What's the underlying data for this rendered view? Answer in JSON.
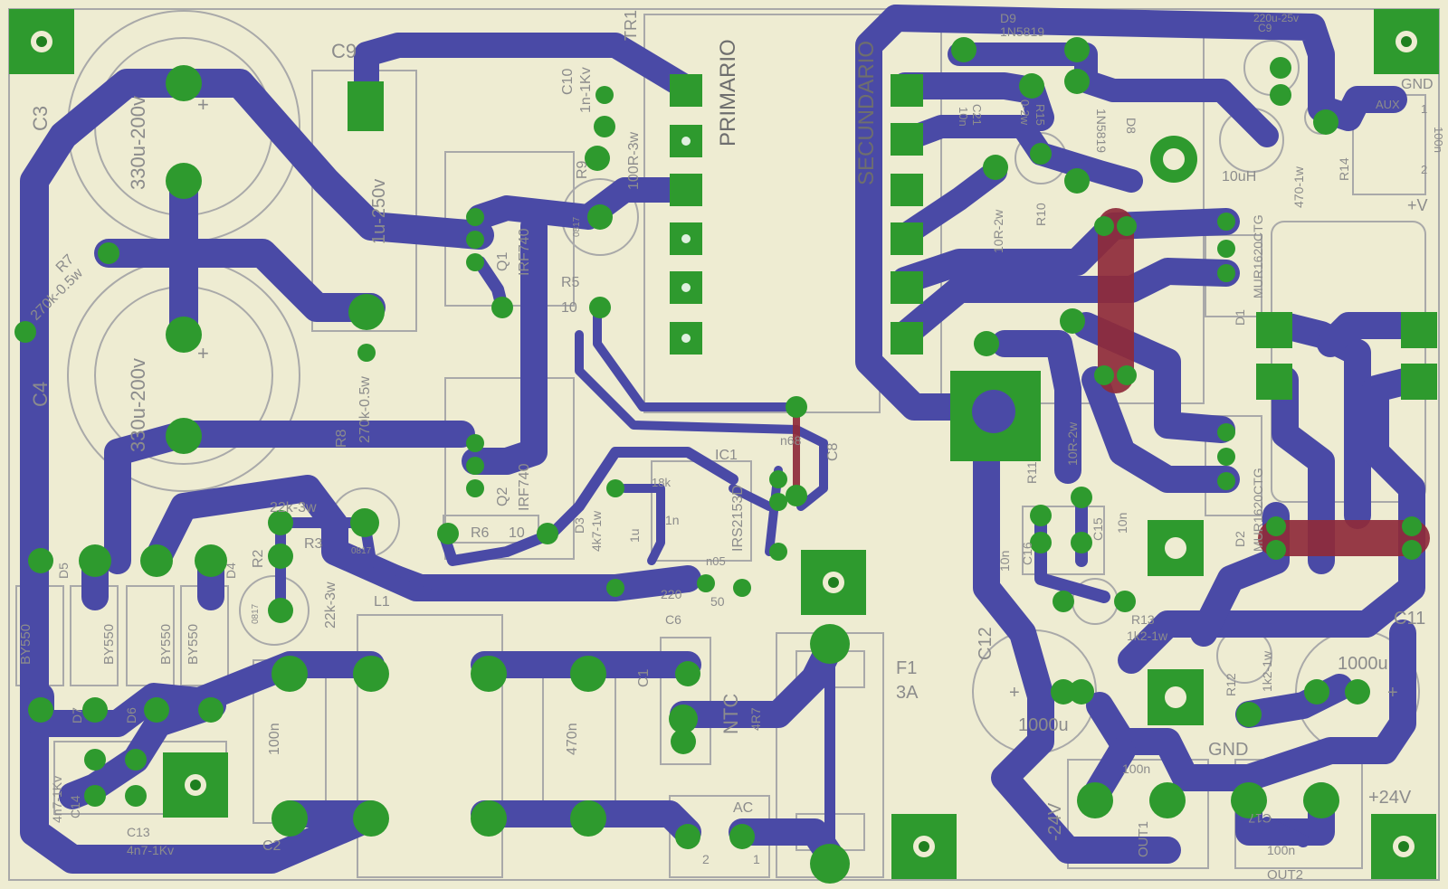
{
  "board": {
    "labels": {
      "c3": "C3",
      "c4": "C4",
      "c3_value": "330u-200v",
      "c4_value": "330u-200v",
      "r7": "R7",
      "r7_value": "270k-0.5w",
      "c9": "C9",
      "c9_value": "1u-250v",
      "r8": "R8",
      "r8_value": "270k-0.5w",
      "tr1": "TR1",
      "primario": "PRIMARIO",
      "secundario": "SECUNDARIO",
      "c10": "C10",
      "c10_value": "1n-1Kv",
      "r9": "R9",
      "r9_value": "100R-3w",
      "q1": "Q1",
      "q1_part": "IRF740",
      "q2": "Q2",
      "q2_part": "IRF740",
      "r5": "R5",
      "r5_value": "10",
      "r6": "R6",
      "r6_value": "10",
      "ic1": "IC1",
      "ic1_part": "IRS2153D",
      "c8": "C8",
      "c8_value": "n68",
      "r_18k": "18k",
      "d3": "D3",
      "d3_value": "4k7-1w",
      "c7_value": "1n",
      "c_1u": "1u",
      "c_n05": "n05",
      "c6": "C6",
      "c6_value": "220",
      "c50": "50",
      "r2": "R2",
      "r2_value": "22k-3w",
      "r3": "R3",
      "r3_value": "22k-3w",
      "l1": "L1",
      "d5": "D5",
      "d4": "D4",
      "by550_a": "BY550",
      "by550_b": "BY550",
      "by550_c": "BY550",
      "by550_d": "BY550",
      "d7": "D7",
      "d6": "D6",
      "c14": "C14",
      "c14_value": "4n7-1Kv",
      "c13": "C13",
      "c13_value": "4n7-1Kv",
      "c2": "C2",
      "c2_value": "100n",
      "c1": "C1",
      "c1_value": "470n",
      "ntc": "NTC",
      "ntc_value": "4R7",
      "f1": "F1",
      "f1_value": "3A",
      "ac": "AC",
      "ac_pin2": "2",
      "ac_pin1": "1",
      "d9": "D9",
      "d9_part": "1N5819",
      "d8": "D8",
      "d8_part": "1N5819",
      "c21": "C21",
      "c21_value": "10n",
      "r15": "R15",
      "r15_value": "0-2w",
      "c9b": "C9",
      "c9b_value": "220u-25v",
      "gnd_top": "GND",
      "aux": "AUX",
      "aux_pin1": "1",
      "aux_pin2": "2",
      "r14": "R14",
      "r14_value": "470-1w",
      "c_100n": "100n",
      "l_10uh": "10uH",
      "plus_v": "+V",
      "r10": "R10",
      "r10_value": "10R-2w",
      "d1": "D1",
      "d1_part": "MUR1620CTG",
      "d2": "D2",
      "d2_part": "MUR1620CTG",
      "r11": "R11",
      "r11_value": "10R-2w",
      "c15": "C15",
      "c15_value": "10n",
      "c16": "C16",
      "c16_value": "10n",
      "c12": "C12",
      "c12_value": "1000u",
      "c11": "C11",
      "c11_value": "1000u",
      "r13": "R13",
      "r13_value": "1k2-1w",
      "r12": "R12",
      "r12_value": "1k2-1w",
      "gnd_bottom": "GND",
      "minus24": "-24V",
      "plus24": "+24V",
      "out1": "OUT1",
      "out2": "OUT2",
      "c100n_a": "100n",
      "c100n_b": "100n",
      "c17": "C17",
      "plus_sym": "+",
      "minus_sym": "-",
      "code_0817": "0817"
    }
  }
}
